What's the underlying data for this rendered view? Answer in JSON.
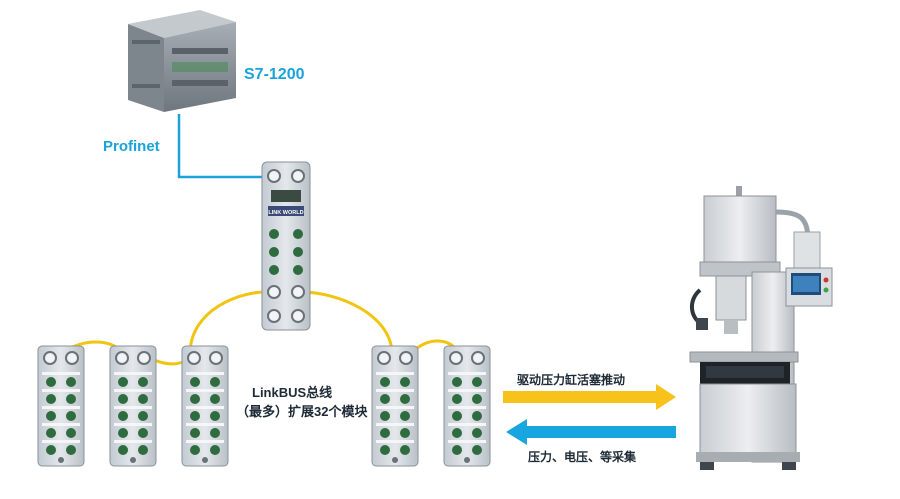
{
  "plc": {
    "label": "S7-1200"
  },
  "network": {
    "label": "Profinet"
  },
  "bus": {
    "line1": "LinkBUS总线",
    "line2": "（最多）扩展32个模块"
  },
  "arrows": {
    "drive": {
      "label": "驱动压力缸活塞推动",
      "color": "#f7c21a"
    },
    "acquire": {
      "label": "压力、电压、等采集",
      "color": "#19a6e0"
    }
  },
  "coupler": {
    "brand": "LINK WORLD"
  },
  "colors": {
    "cable": "#f1c40f",
    "profinet_line": "#1aa3d9",
    "module_body": "#d7dde3",
    "connector": "#2e6b3e"
  }
}
